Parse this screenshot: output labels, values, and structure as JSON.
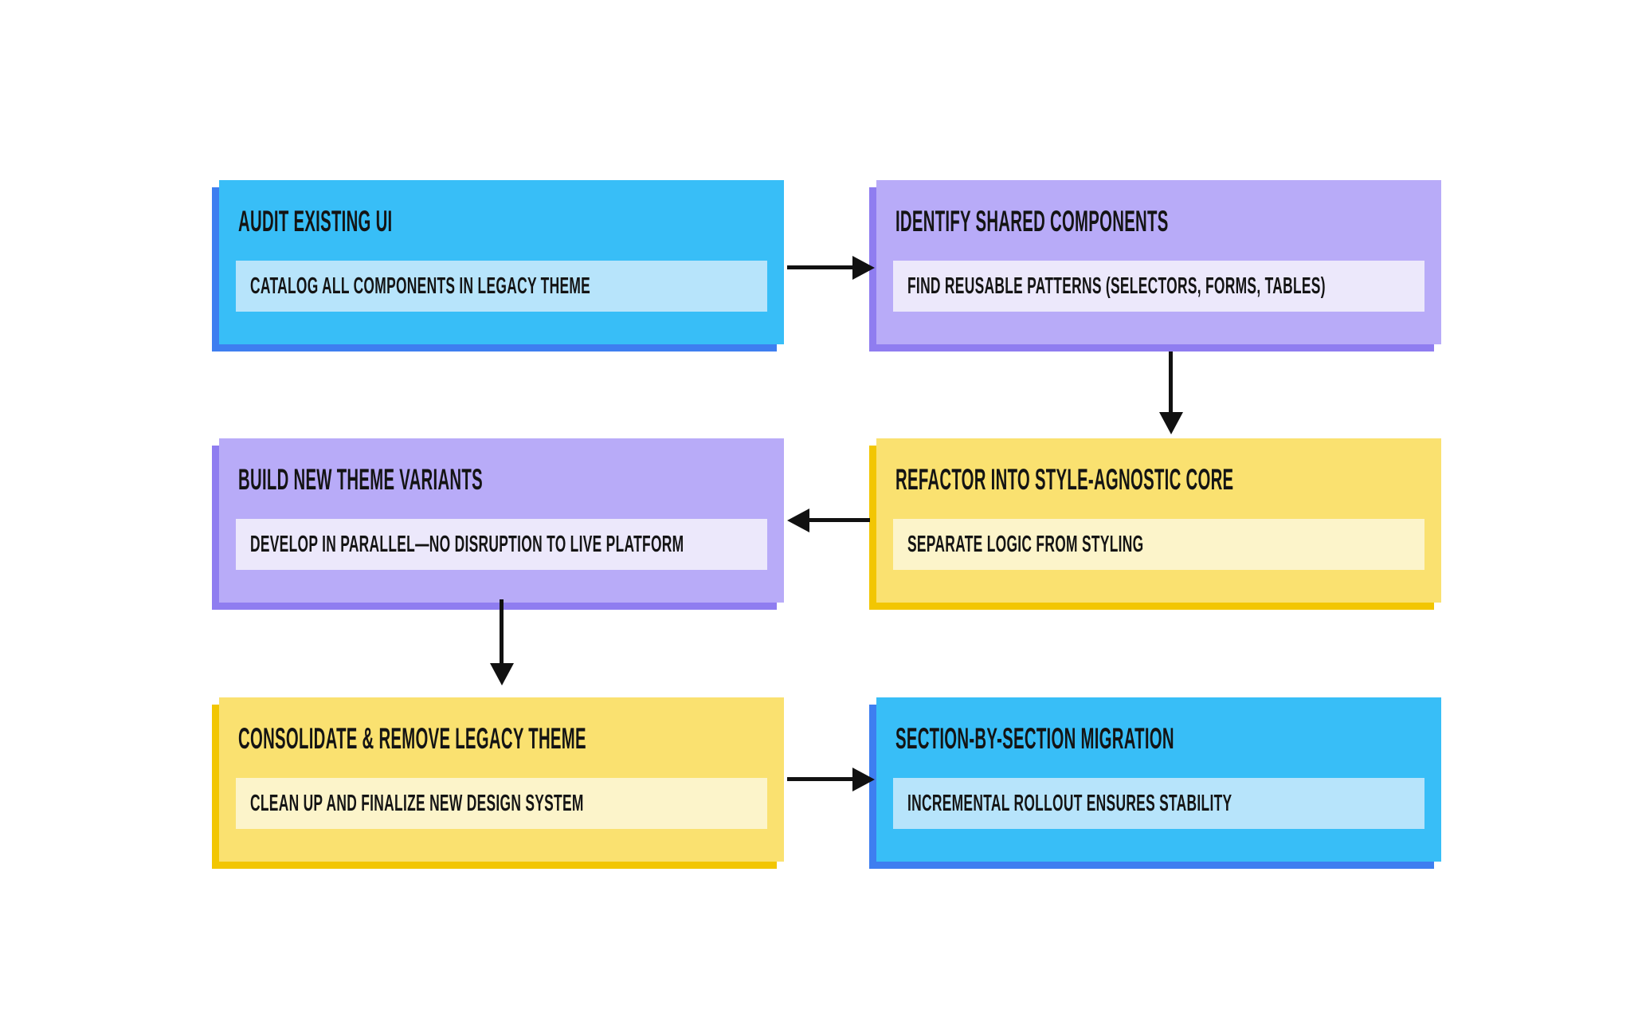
{
  "page": {
    "background_color": "#ffffff",
    "text_color": "#141414"
  },
  "flowchart": {
    "arrow_color": "#111111",
    "themes": {
      "blue": {
        "fill": "#38BEF7",
        "shadow": "#3E7EF0",
        "card": "#B7E4FB"
      },
      "purple": {
        "fill": "#B8ABF8",
        "shadow": "#8F7DF0",
        "card": "#ECE8FB"
      },
      "yellow": {
        "fill": "#FAE170",
        "shadow": "#F2C602",
        "card": "#FCF4CA"
      }
    },
    "nodes": [
      {
        "id": "audit-existing-ui",
        "title": "AUDIT EXISTING UI",
        "subtitle": "CATALOG ALL COMPONENTS IN LEGACY THEME",
        "theme": "blue",
        "row": 0,
        "col": 0
      },
      {
        "id": "identify-shared-components",
        "title": "IDENTIFY SHARED COMPONENTS",
        "subtitle": "FIND REUSABLE PATTERNS (SELECTORS, FORMS, TABLES)",
        "theme": "purple",
        "row": 0,
        "col": 1
      },
      {
        "id": "build-new-theme-variants",
        "title": "BUILD NEW THEME VARIANTS",
        "subtitle": "DEVELOP IN PARALLEL—NO DISRUPTION TO LIVE PLATFORM",
        "theme": "purple",
        "row": 1,
        "col": 0
      },
      {
        "id": "refactor-into-style-agnostic-core",
        "title": "REFACTOR INTO STYLE-AGNOSTIC CORE",
        "subtitle": "SEPARATE LOGIC FROM STYLING",
        "theme": "yellow",
        "row": 1,
        "col": 1
      },
      {
        "id": "consolidate-and-remove-legacy-theme",
        "title": "CONSOLIDATE & REMOVE LEGACY THEME",
        "subtitle": "CLEAN UP AND FINALIZE NEW DESIGN SYSTEM",
        "theme": "yellow",
        "row": 2,
        "col": 0
      },
      {
        "id": "section-by-section-migration",
        "title": "SECTION-BY-SECTION MIGRATION",
        "subtitle": "INCREMENTAL ROLLOUT ENSURES STABILITY",
        "theme": "blue",
        "row": 2,
        "col": 1
      }
    ],
    "edges": [
      {
        "from": "audit-existing-ui",
        "to": "identify-shared-components",
        "direction": "right"
      },
      {
        "from": "identify-shared-components",
        "to": "refactor-into-style-agnostic-core",
        "direction": "down"
      },
      {
        "from": "refactor-into-style-agnostic-core",
        "to": "build-new-theme-variants",
        "direction": "left"
      },
      {
        "from": "build-new-theme-variants",
        "to": "consolidate-and-remove-legacy-theme",
        "direction": "down"
      },
      {
        "from": "consolidate-and-remove-legacy-theme",
        "to": "section-by-section-migration",
        "direction": "right"
      }
    ]
  }
}
